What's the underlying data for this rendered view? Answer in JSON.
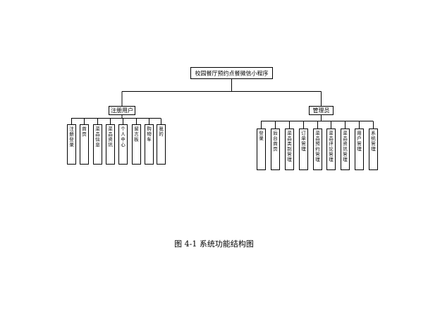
{
  "diagram": {
    "root": "校园餐厅预约点餐微信小程序",
    "branches": [
      {
        "label": "注册用户",
        "children": [
          "注册登录",
          "首页",
          "菜品信息",
          "菜品资讯",
          "个人中心",
          "留言板",
          "购物车",
          "我的"
        ]
      },
      {
        "label": "管理员",
        "children": [
          "登录",
          "后台首页",
          "菜品类别管理",
          "订单管理",
          "菜品预约管理",
          "菜品评论管理",
          "菜品资讯管理",
          "用户管理",
          "系统管理"
        ]
      }
    ]
  },
  "caption": "图 4-1 系统功能结构图"
}
